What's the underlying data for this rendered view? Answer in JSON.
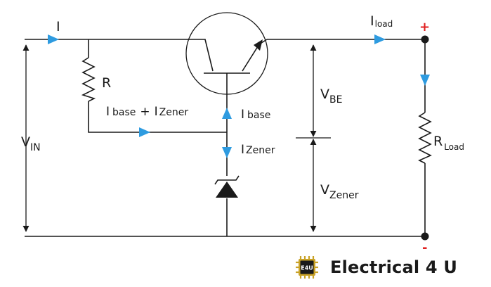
{
  "colors": {
    "wire": "#1a1a1a",
    "arrow": "#2e9be0",
    "positive": "#e02020",
    "negative": "#e02020",
    "logo_gold": "#c9a227"
  },
  "labels": {
    "I": "I",
    "I_load_main": "I",
    "I_load_sub": "load",
    "R": "R",
    "R_load_main": "R",
    "R_load_sub": "Load",
    "I_base_main": "I",
    "I_base_sub": "base",
    "plus_join": "+",
    "I_zener_main": "I",
    "I_zener_sub": "Zener",
    "I_base2_main": "I",
    "I_base2_sub": "base",
    "I_zener2_main": "I",
    "I_zener2_sub": "Zener",
    "V_in_main": "V",
    "V_in_sub": "IN",
    "V_be_main": "V",
    "V_be_sub": "BE",
    "V_zener_main": "V",
    "V_zener_sub": "Zener",
    "plus": "+",
    "minus": "-"
  },
  "brand": {
    "logo_text": "E4U",
    "name": "Electrical 4 U"
  }
}
